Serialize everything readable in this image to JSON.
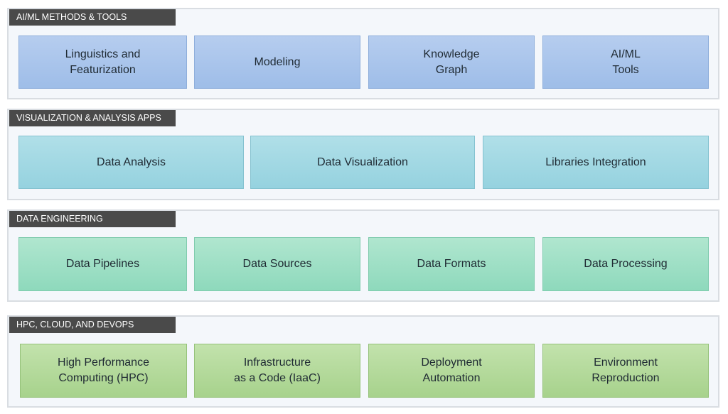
{
  "colors": {
    "title_bar": "#4a4a4a",
    "panel_bg": "#f4f7fb",
    "panel_border": "#d9dde2",
    "ai_ml_boxes": "#a9c6ec",
    "visualization_boxes": "#a3d8e4",
    "data_engineering_boxes": "#9fdfc5",
    "hpc_boxes": "#b4da9c"
  },
  "sections": {
    "ai_ml": {
      "title": "AI/ML METHODS & TOOLS",
      "items": [
        "Linguistics and\nFeaturization",
        "Modeling",
        "Knowledge\nGraph",
        "AI/ML\nTools"
      ]
    },
    "visualization": {
      "title": "VISUALIZATION & ANALYSIS APPS",
      "items": [
        "Data Analysis",
        "Data Visualization",
        "Libraries Integration"
      ]
    },
    "data_engineering": {
      "title": "DATA ENGINEERING",
      "items": [
        "Data Pipelines",
        "Data Sources",
        "Data Formats",
        "Data Processing"
      ]
    },
    "hpc": {
      "title": "HPC, CLOUD, AND DEVOPS",
      "items": [
        "High Performance\nComputing (HPC)",
        "Infrastructure\nas a Code (IaaC)",
        "Deployment\nAutomation",
        "Environment\nReproduction"
      ]
    }
  }
}
